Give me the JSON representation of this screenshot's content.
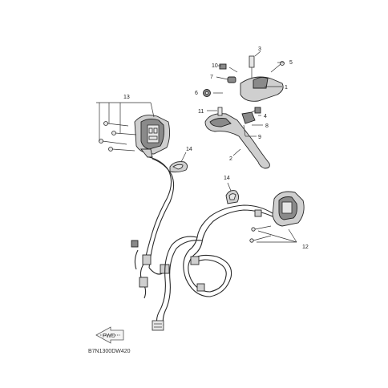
{
  "diagram": {
    "code": "B7N1300DW420",
    "arrow_label": "FWD",
    "callouts": [
      "1",
      "2",
      "3",
      "4",
      "5",
      "6",
      "7",
      "8",
      "9",
      "10",
      "11",
      "12",
      "13",
      "14",
      "14"
    ]
  }
}
